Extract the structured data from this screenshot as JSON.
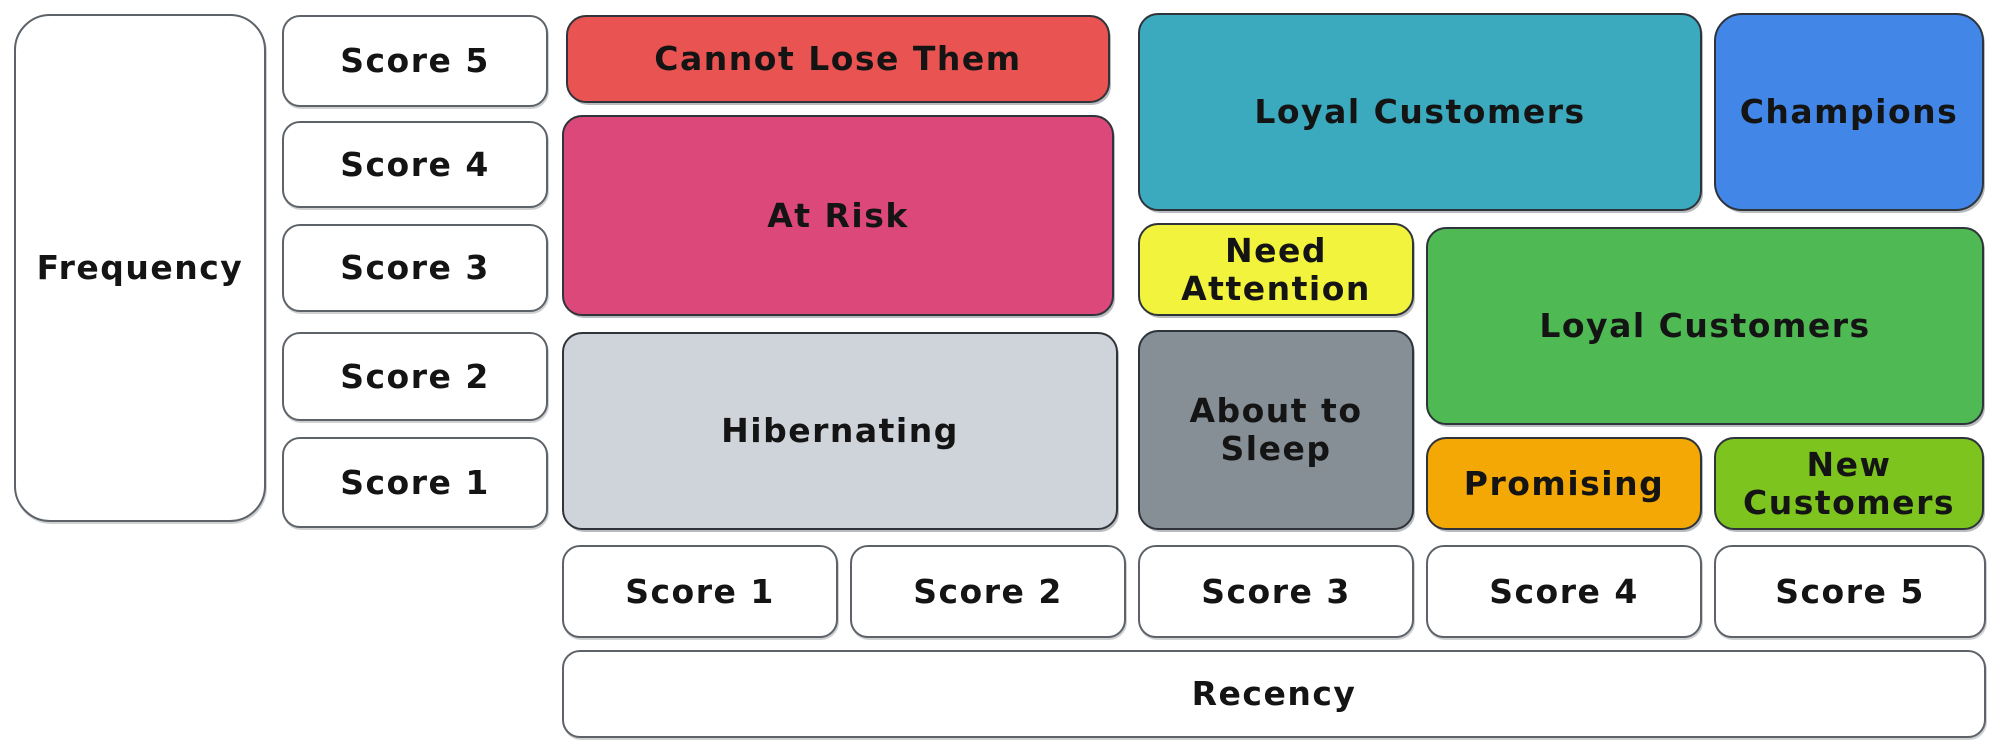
{
  "axes": {
    "frequency": {
      "label": "Frequency",
      "scores": [
        "Score 5",
        "Score 4",
        "Score 3",
        "Score 2",
        "Score 1"
      ]
    },
    "recency": {
      "label": "Recency",
      "scores": [
        "Score 1",
        "Score 2",
        "Score 3",
        "Score 4",
        "Score 5"
      ]
    }
  },
  "segments": {
    "cannot_lose_them": {
      "label": "Cannot Lose Them",
      "color": "#e95452"
    },
    "at_risk": {
      "label": "At Risk",
      "color": "#dc4879"
    },
    "hibernating": {
      "label": "Hibernating",
      "color": "#ced4da"
    },
    "loyal_customers_top": {
      "label": "Loyal Customers",
      "color": "#3baabf"
    },
    "champions": {
      "label": "Champions",
      "color": "#4287e8"
    },
    "need_attention": {
      "label": "Need Attention",
      "color": "#f1f33c"
    },
    "about_to_sleep": {
      "label": "About to Sleep",
      "color": "#868e96"
    },
    "loyal_customers_right": {
      "label": "Loyal Customers",
      "color": "#4fba54"
    },
    "promising": {
      "label": "Promising",
      "color": "#f3a806"
    },
    "new_customers": {
      "label": "New Customers",
      "color": "#7dc41e"
    }
  }
}
